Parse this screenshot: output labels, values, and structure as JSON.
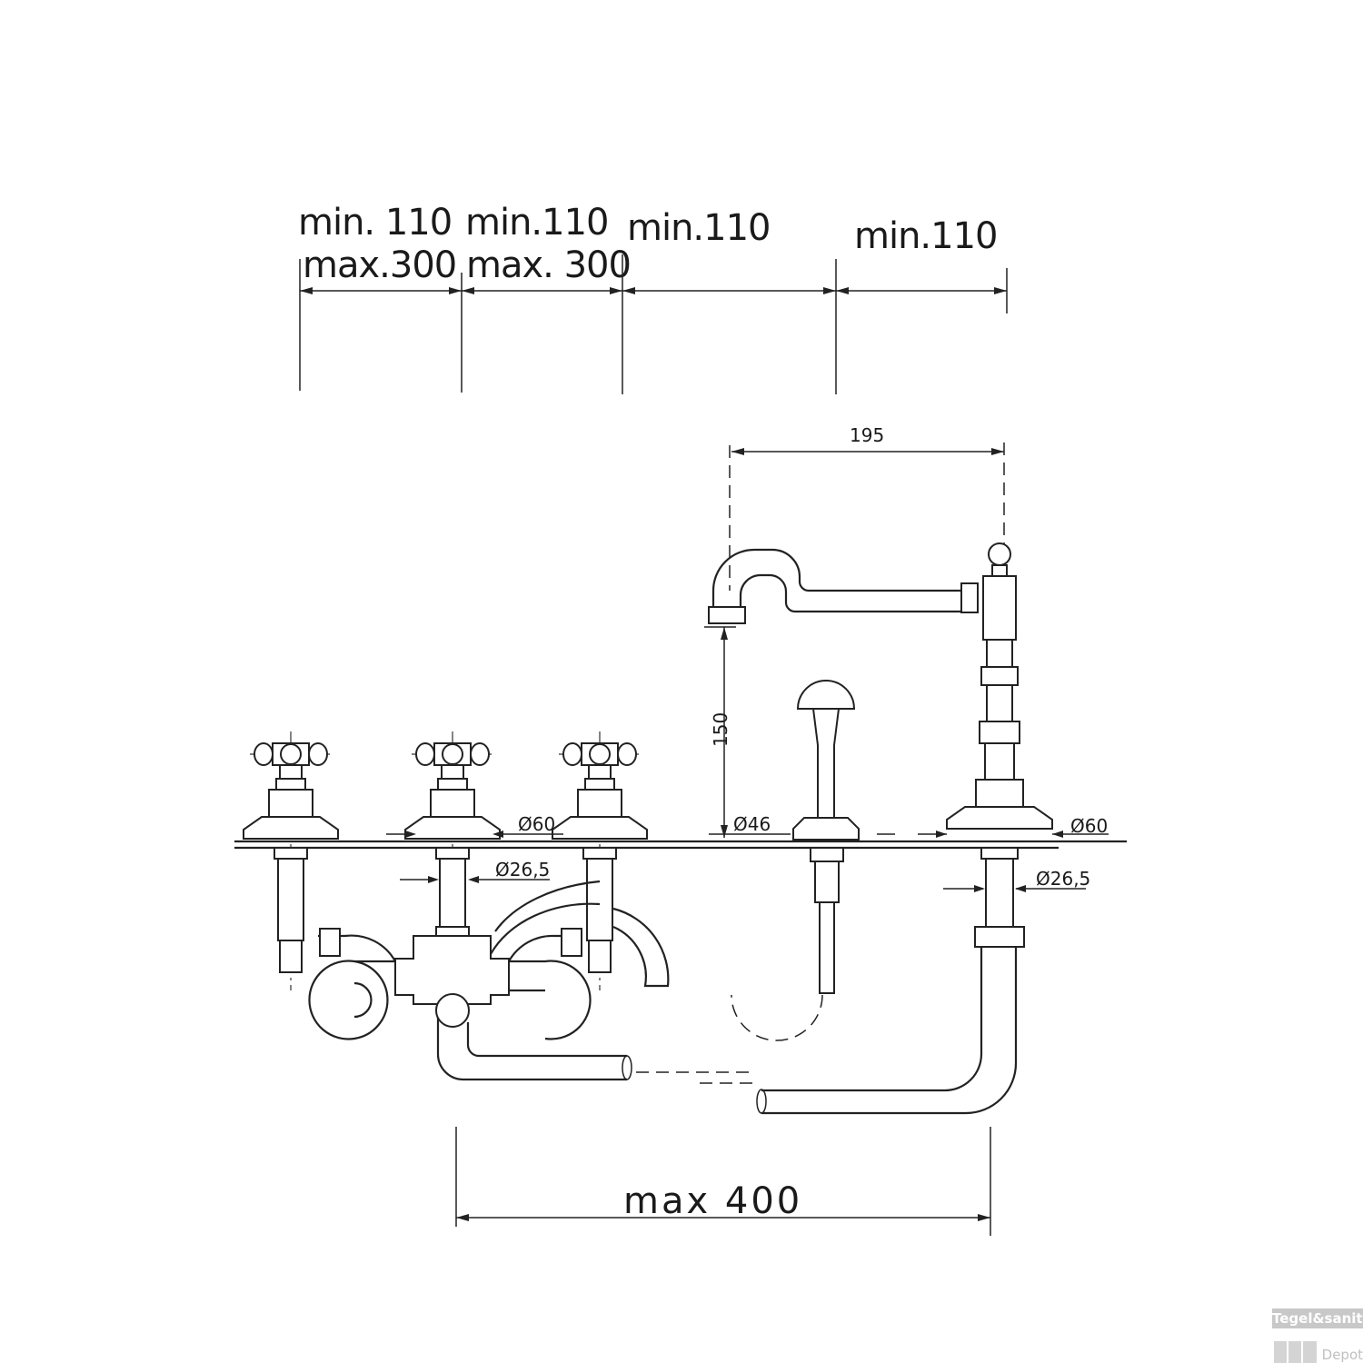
{
  "top_dimensions": [
    {
      "min": "min. 110",
      "max": "max.300"
    },
    {
      "min": "min.110",
      "max": "max. 300"
    },
    {
      "min": "min.110"
    },
    {
      "min": "min.110"
    }
  ],
  "spout_reach": "195",
  "spout_height": "150",
  "diameters": {
    "tap_base": "Ø60",
    "shower_base": "Ø46",
    "spout_base": "Ø60",
    "tap_shank": "Ø26,5",
    "spout_shank": "Ø26,5"
  },
  "overall_width": "max 400",
  "watermark": {
    "brand": "Tegel&sanitair",
    "sub": "Depot"
  }
}
